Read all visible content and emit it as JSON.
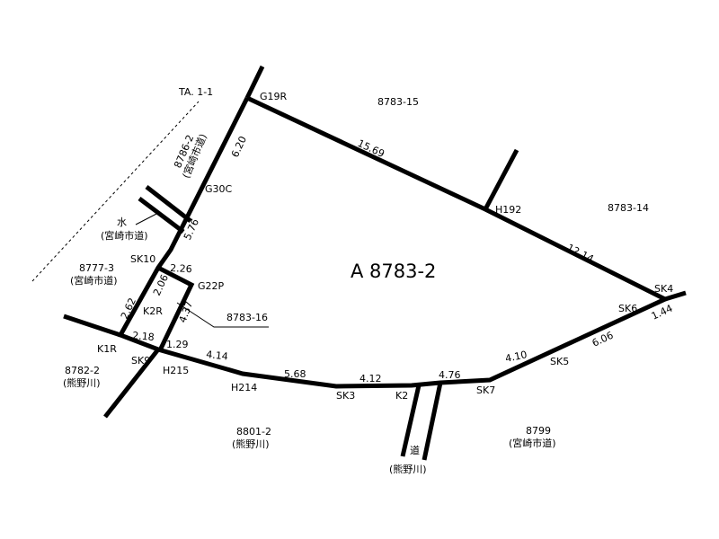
{
  "parcel": {
    "title": "A 8783-2"
  },
  "points": {
    "G19R": "G19R",
    "G30C": "G30C",
    "SK10": "SK10",
    "G22P": "G22P",
    "K2R": "K2R",
    "K1R": "K1R",
    "SK9": "SK9",
    "H215": "H215",
    "H214": "H214",
    "SK3": "SK3",
    "K2": "K2",
    "SK7": "SK7",
    "SK5": "SK5",
    "SK6": "SK6",
    "SK4": "SK4",
    "H192": "H192"
  },
  "distances": {
    "d_15_69": "15.69",
    "d_12_14": "12.14",
    "d_6_20": "6.20",
    "d_5_76": "5.76",
    "d_2_26": "2.26",
    "d_2_06": "2.06",
    "d_4_37": "4.37",
    "d_2_62": "2.62",
    "d_2_18": "2.18",
    "d_1_29": "1.29",
    "d_4_14": "4.14",
    "d_5_68": "5.68",
    "d_4_12": "4.12",
    "d_4_76": "4.76",
    "d_4_10": "4.10",
    "d_6_06": "6.06",
    "d_1_44": "1.44"
  },
  "neighbors": {
    "ta": "TA. 1-1",
    "n8783_15": "8783-15",
    "n8783_14": "8783-14",
    "n8783_16": "8783-16",
    "n8786_2_no": "8786-2",
    "n8786_2_owner": "(宮崎市道)",
    "water_no": "水",
    "water_owner": "(宮崎市道)",
    "n8777_3_no": "8777-3",
    "n8777_3_owner": "(宮崎市道)",
    "n8782_2_no": "8782-2",
    "n8782_2_owner": "(熊野川)",
    "n8801_2_no": "8801-2",
    "n8801_2_owner": "(熊野川)",
    "n8799_no": "8799",
    "n8799_owner": "(宮崎市道)",
    "road_no": "道",
    "road_owner": "(熊野川)"
  }
}
